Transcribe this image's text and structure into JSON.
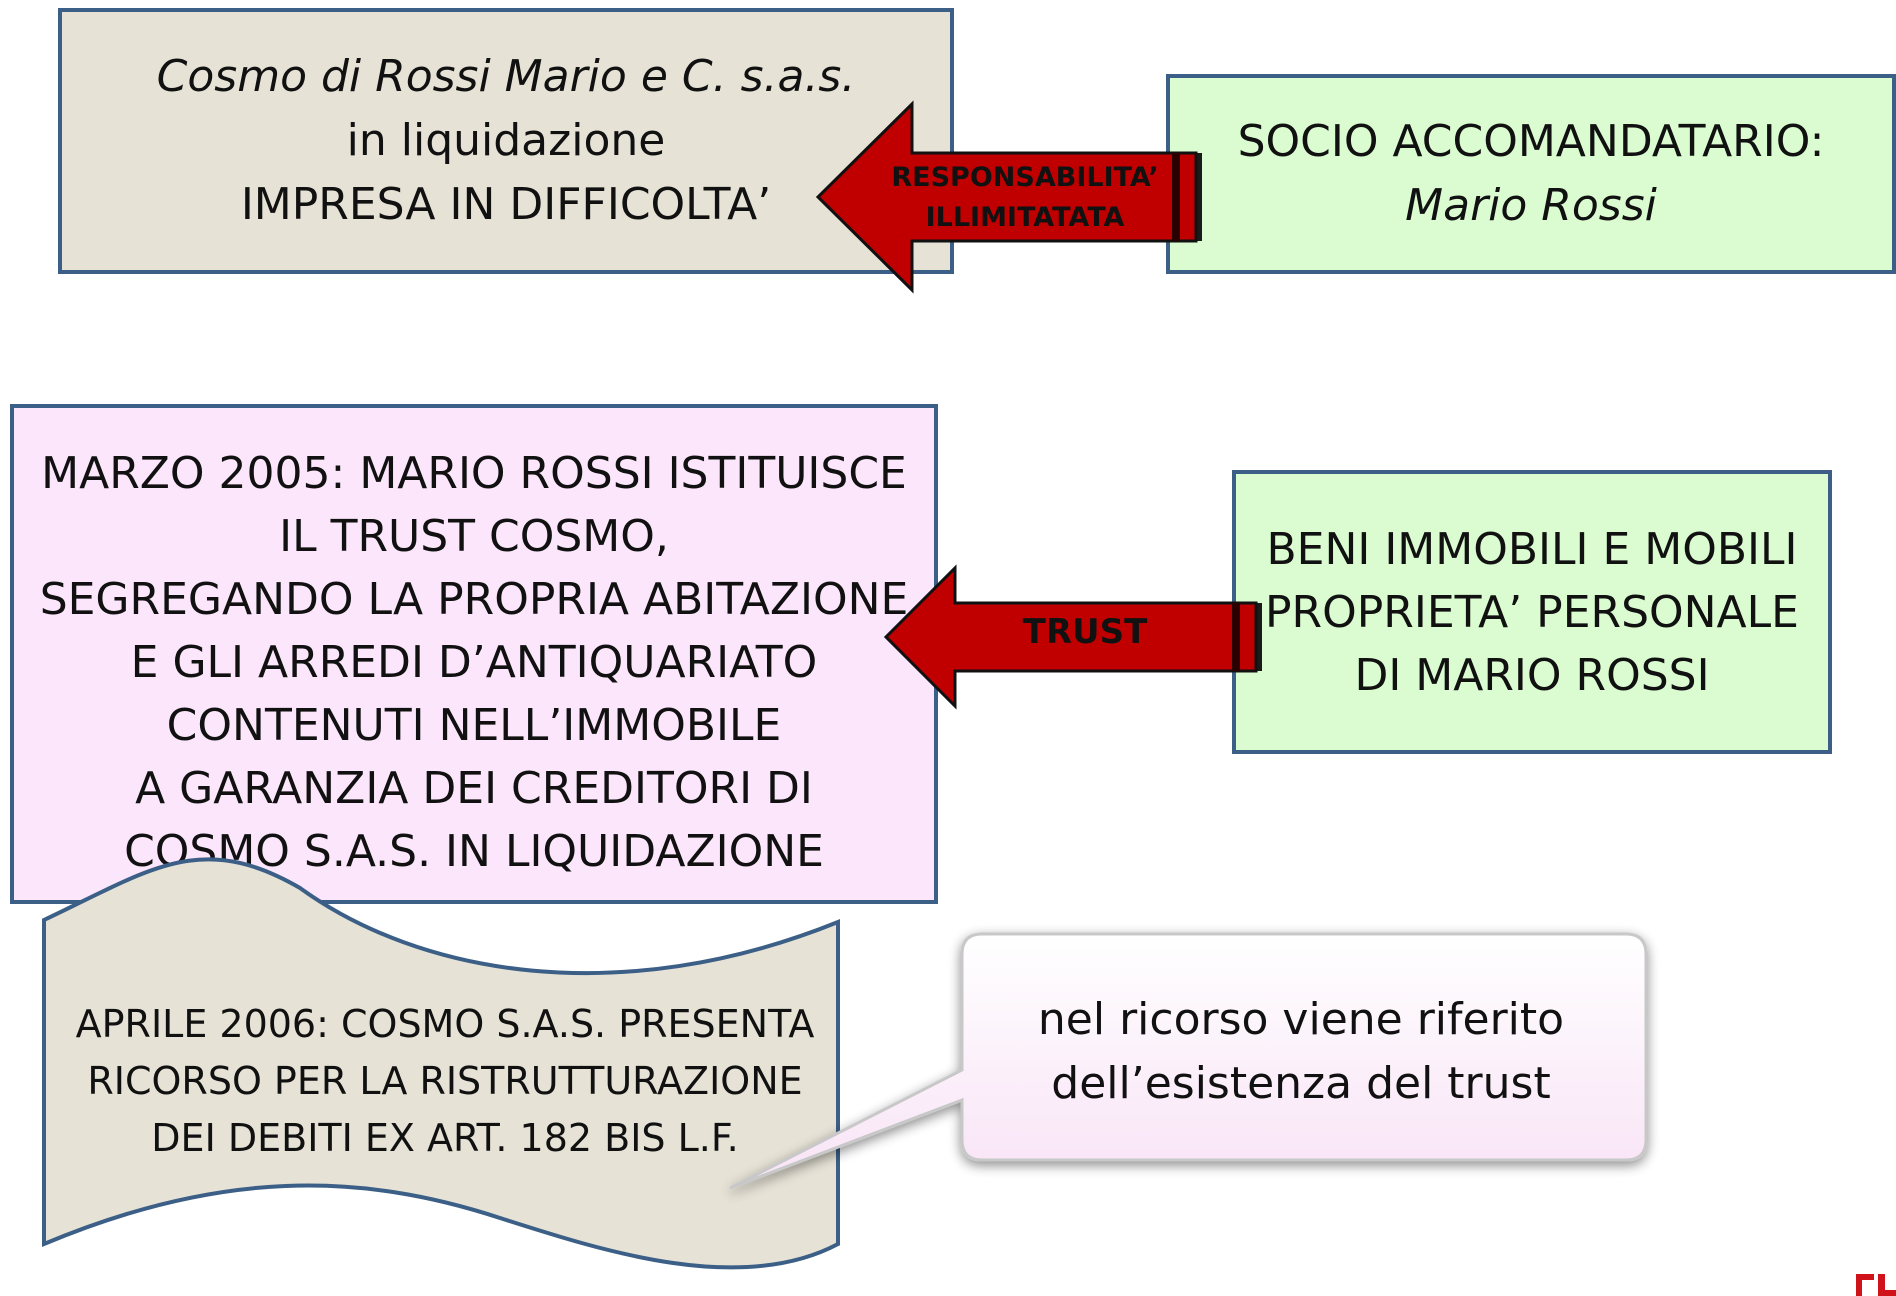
{
  "company_box": {
    "line1": "Cosmo di Rossi Mario e C. s.a.s.",
    "line2": "in liquidazione",
    "line3": "IMPRESA IN DIFFICOLTA’"
  },
  "partner_box": {
    "line1": "SOCIO ACCOMANDATARIO:",
    "line2": "Mario Rossi"
  },
  "arrow_liability": {
    "line1": "RESPONSABILITA’",
    "line2": "ILLIMITATATA"
  },
  "trust_box": {
    "lines": [
      "MARZO 2005: MARIO ROSSI ISTITUISCE",
      "IL TRUST COSMO,",
      "SEGREGANDO LA PROPRIA ABITAZIONE",
      "E GLI ARREDI D’ANTIQUARIATO",
      "CONTENUTI NELL’IMMOBILE",
      "A GARANZIA DEI CREDITORI DI",
      "COSMO S.A.S. IN LIQUIDAZIONE"
    ]
  },
  "assets_box": {
    "lines": [
      "BENI IMMOBILI E MOBILI",
      "PROPRIETA’ PERSONALE",
      "DI MARIO ROSSI"
    ]
  },
  "arrow_trust": {
    "label": "TRUST"
  },
  "ricorso_doc": {
    "lines": [
      "APRILE 2006: COSMO S.A.S. PRESENTA",
      "RICORSO PER LA RISTRUTTURAZIONE",
      "DEI DEBITI EX ART. 182 BIS L.F."
    ]
  },
  "callout": {
    "lines": [
      "nel ricorso viene riferito",
      "dell’esistenza del trust"
    ]
  },
  "colors": {
    "border": "#3b5f86",
    "company_fill": "#e6e2d6",
    "green_fill": "#dafcd0",
    "pink_fill": "#fce6fb",
    "arrow_fill": "#c00000",
    "document_fill": "#e6e2d6"
  },
  "icons": {
    "logo": "brand-logo-mark"
  }
}
